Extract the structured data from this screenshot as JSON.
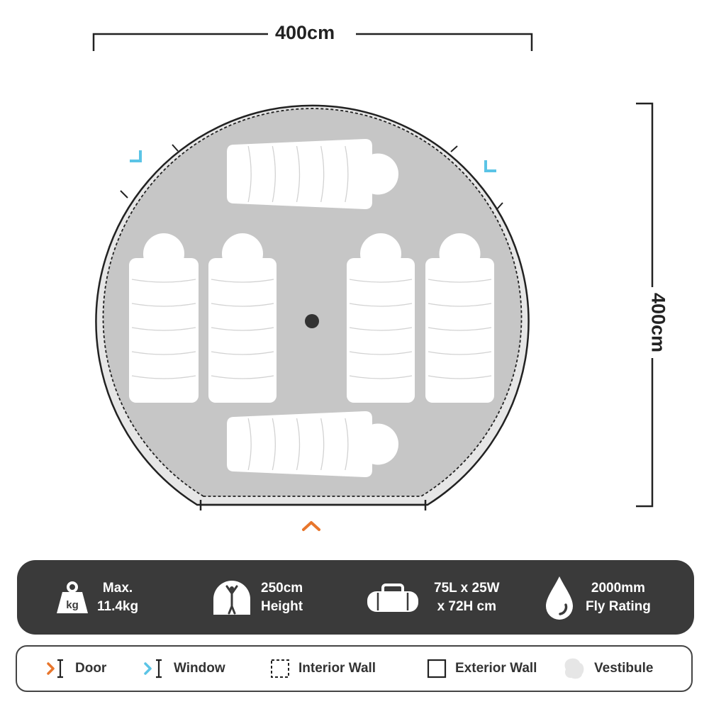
{
  "dimensions": {
    "width_label": "400cm",
    "depth_label": "400cm"
  },
  "sleeping_bags": {
    "count": 6,
    "color": "#ffffff"
  },
  "colors": {
    "door_marker": "#e8762c",
    "window_marker": "#5bc4e6",
    "floor": "#c6c6c6",
    "vestibule": "#e6e6e6",
    "outline": "#222222",
    "spec_bar": "#3a3a3a"
  },
  "specs": [
    {
      "icon": "weight-kg-icon",
      "icon_text": "kg",
      "line1": "Max.",
      "line2": "11.4kg"
    },
    {
      "icon": "height-person-icon",
      "line1": "250cm",
      "line2": "Height"
    },
    {
      "icon": "duffel-bag-icon",
      "line1": "75L x 25W",
      "line2": "x 72H cm"
    },
    {
      "icon": "water-drop-icon",
      "line1": "2000mm",
      "line2": "Fly Rating"
    }
  ],
  "legend": [
    {
      "icon": "door-icon",
      "label": "Door"
    },
    {
      "icon": "window-icon",
      "label": "Window"
    },
    {
      "icon": "interior-wall-icon",
      "label": "Interior Wall"
    },
    {
      "icon": "exterior-wall-icon",
      "label": "Exterior Wall"
    },
    {
      "icon": "vestibule-icon",
      "label": "Vestibule"
    }
  ]
}
